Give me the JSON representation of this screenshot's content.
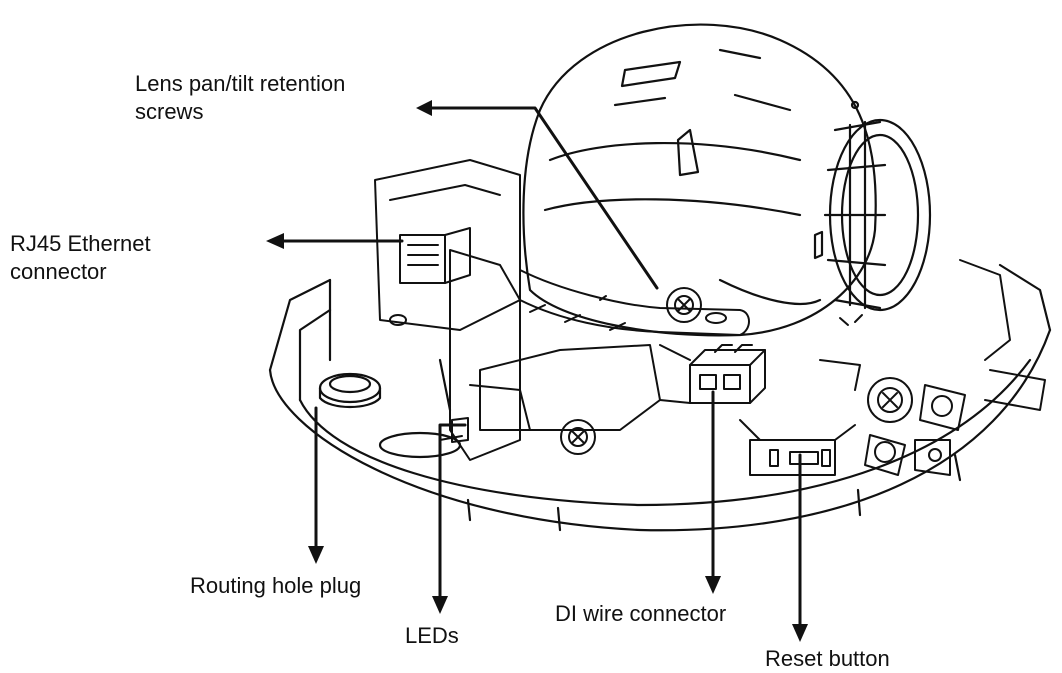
{
  "labels": {
    "lens_retention": {
      "line1": "Lens pan/tilt retention",
      "line2": "screws"
    },
    "rj45": {
      "line1": "RJ45 Ethernet",
      "line2": "connector"
    },
    "routing_hole": "Routing hole plug",
    "leds": "LEDs",
    "di_wire": "DI wire connector",
    "reset": "Reset button"
  },
  "colors": {
    "ink": "#111111",
    "background": "#ffffff"
  }
}
